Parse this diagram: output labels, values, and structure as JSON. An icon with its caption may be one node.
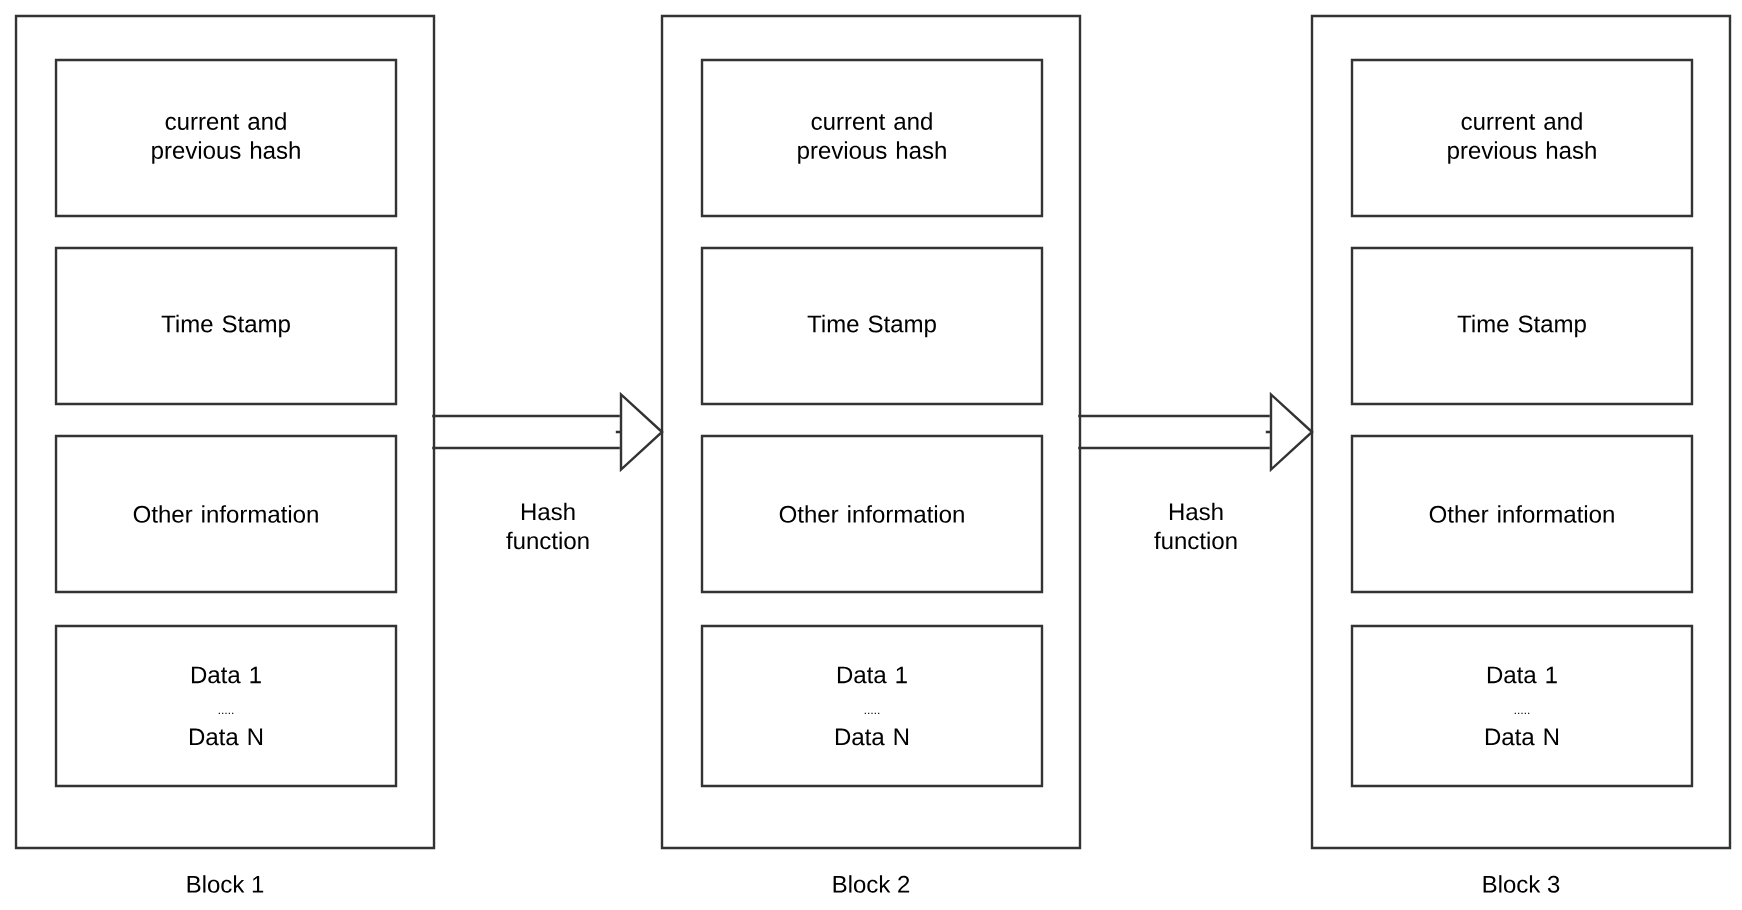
{
  "diagram": {
    "nodes": [
      {
        "text": [
          "Block 1"
        ]
      },
      {
        "text": [
          "current and previous hash"
        ],
        "in": 0
      },
      {
        "text": [
          "Time Stamp"
        ],
        "in": 0
      },
      {
        "text": [
          "Other information"
        ],
        "in": 0
      },
      {
        "text": [
          "Data 1",
          ".....",
          "Data N"
        ],
        "in": 0
      },
      {
        "text": [
          "Block 2"
        ]
      },
      {
        "text": [
          "current and previous hash"
        ],
        "in": 5
      },
      {
        "text": [
          "Time Stamp"
        ],
        "in": 5
      },
      {
        "text": [
          "Other information"
        ],
        "in": 5
      },
      {
        "text": [
          "Data 1",
          ".....",
          "Data N"
        ],
        "in": 5
      },
      {
        "text": [
          "Block 3"
        ]
      },
      {
        "text": [
          "current and previous hash"
        ],
        "in": 10
      },
      {
        "text": [
          "Time Stamp"
        ],
        "in": 10
      },
      {
        "text": [
          "Other information"
        ],
        "in": 10
      },
      {
        "text": [
          "Data 1",
          ".....",
          "Data N"
        ],
        "in": 10
      }
    ],
    "edges": [
      {
        "from": 0,
        "to": 5,
        "arrow": "to",
        "label": "Hash function"
      },
      {
        "from": 5,
        "to": 10,
        "arrow": "to",
        "label": "Hash function"
      }
    ]
  }
}
